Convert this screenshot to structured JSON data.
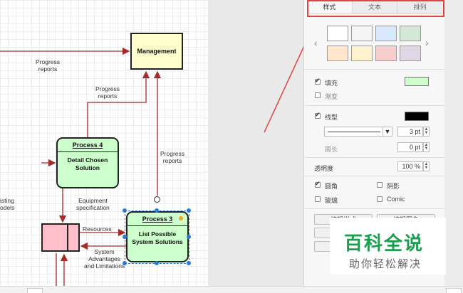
{
  "diagram": {
    "management_label": "Management",
    "progress_reports_1": [
      "Progress",
      "reports"
    ],
    "progress_reports_2": [
      "Progress",
      "reports"
    ],
    "progress_reports_3": [
      "Progress",
      "reports"
    ],
    "process4": {
      "title": "Process 4",
      "body": [
        "Detail Chosen",
        "Solution"
      ]
    },
    "process3": {
      "title": "Process 3",
      "body": [
        "List Possible",
        "System Solutions"
      ]
    },
    "equipment_spec": [
      "Equipment",
      "specification"
    ],
    "existing_models": [
      "isting",
      "odels"
    ],
    "resources": "Resources",
    "system_adv": [
      "System",
      "Advantages",
      "and Limitations"
    ],
    "colors": {
      "management_fill": "#ffffcc",
      "process_fill": "#ccffcc",
      "store_fill": "#ffc0cb",
      "arrow_red": "#a52a2a",
      "selection_blue": "#2a7ad8"
    }
  },
  "panel": {
    "tabs": [
      {
        "label": "样式",
        "active": true
      },
      {
        "label": "文本",
        "active": false
      },
      {
        "label": "排列",
        "active": false
      }
    ],
    "swatches": [
      "#ffffff",
      "#f5f5f5",
      "#dae8fc",
      "#d5e8d4",
      "#ffe6cc",
      "#fff2cc",
      "#f8cecc",
      "#e1d5e7"
    ],
    "fill": {
      "label": "填充",
      "checked": true,
      "color": "#ccffcc"
    },
    "gradient": {
      "label": "渐变",
      "checked": false
    },
    "line": {
      "label": "线型",
      "checked": true,
      "color": "#000000",
      "width": "3 pt"
    },
    "perimeter": {
      "label": "周长",
      "value": "0 pt"
    },
    "opacity": {
      "label": "透明度",
      "value": "100 %"
    },
    "rounded": {
      "label": "圆角",
      "checked": true
    },
    "shadow": {
      "label": "阴影",
      "checked": false
    },
    "glass": {
      "label": "玻璃",
      "checked": false
    },
    "comic": {
      "label": "Comic",
      "checked": false
    },
    "edit_style_btn": "编辑样式",
    "edit_image_btn": "编辑图像",
    "highlight_color": "#e04545"
  },
  "watermark": {
    "title": "百科全说",
    "subtitle": "助你轻松解决",
    "color": "#1d9e4f"
  }
}
